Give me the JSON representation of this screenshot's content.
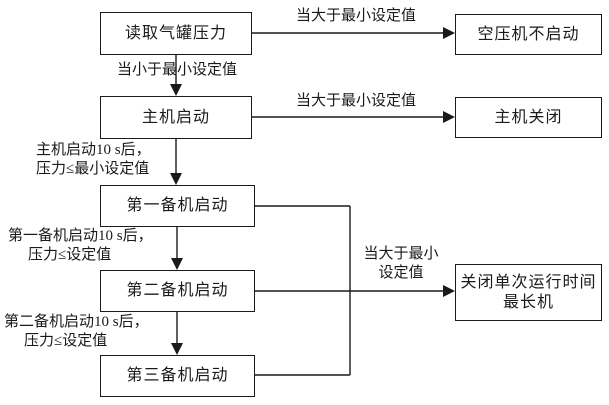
{
  "colors": {
    "line": "#1a1a1a",
    "background": "#ffffff"
  },
  "nodes": {
    "read_pressure": {
      "label": "读取气罐压力"
    },
    "compressor_no_start": {
      "label": "空压机不启动"
    },
    "main_start": {
      "label": "主机启动"
    },
    "main_close": {
      "label": "主机关闭"
    },
    "backup1": {
      "label": "第一备机启动"
    },
    "backup2": {
      "label": "第二备机启动"
    },
    "backup3": {
      "label": "第三备机启动"
    },
    "close_longest": {
      "line1": "关闭单次运行时间",
      "line2": "最长机"
    }
  },
  "edge_labels": {
    "top_right": "当大于最小设定值",
    "top_down": "当小于最小设定值",
    "main_right": "当大于最小设定值",
    "main_down_line1": "主机启动10 s后，",
    "main_down_line2": "压力≤最小设定值",
    "backup1_down_line1": "第一备机启动10 s后，",
    "backup1_down_line2": "压力≤设定值",
    "backup2_down_line1": "第二备机启动10 s后，",
    "backup2_down_line2": "压力≤设定值",
    "collector_line1": "当大于最小",
    "collector_line2": "设定值"
  }
}
